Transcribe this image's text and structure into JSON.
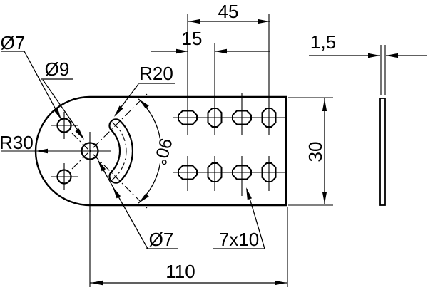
{
  "drawing": {
    "title": "flat bracket plate dimension drawing",
    "labels": {
      "dia7_top": "Ø7",
      "dia9": "Ø9",
      "r20": "R20",
      "r30": "R30",
      "dim45": "45",
      "dim15": "15",
      "thickness": "1,5",
      "dim30": "30",
      "angle": "90°",
      "dia7_slot": "Ø7",
      "slot_size": "7x10",
      "dim110": "110"
    },
    "colors": {
      "line": "#000000",
      "background": "#ffffff"
    }
  }
}
